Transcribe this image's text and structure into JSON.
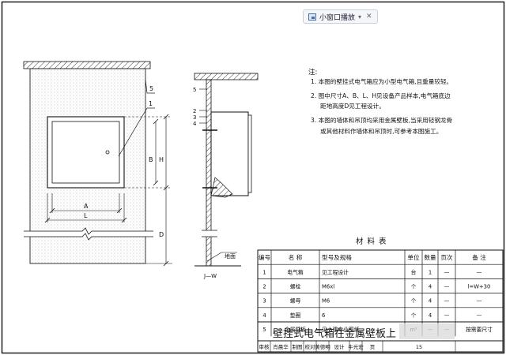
{
  "toolbar": {
    "label": "小窗口播放",
    "chevron": "▾",
    "close": "✕",
    "icon": "mini-window-icon"
  },
  "front_view": {
    "callouts": [
      "1",
      "5"
    ],
    "dims": {
      "A": "A",
      "L": "L",
      "B": "B",
      "H": "H",
      "D": "D"
    }
  },
  "section_view": {
    "callouts": [
      "5",
      "2",
      "3",
      "4"
    ],
    "cut_label": "J—W",
    "floor_label": "地面"
  },
  "notes": {
    "heading": "注:",
    "lines": [
      "1. 本图的壁挂式电气箱应为小型电气箱,且重量较轻。",
      "2. 图中尺寸A、B、L、H见设备产品样本,电气箱底边",
      "距地高度D见工程设计。",
      "3. 本图的墙体和吊顶均采用金属壁板,当采用轻钢龙骨",
      "或其他材料作墙体和吊顶时,可参考本图施工。"
    ]
  },
  "material_table": {
    "title": "材 料 表",
    "headers": [
      "编号",
      "名 称",
      "型号及规格",
      "单位",
      "数量",
      "页次",
      "备 注"
    ],
    "rows": [
      [
        "1",
        "电气箱",
        "见工程设计",
        "台",
        "1",
        "—",
        "—"
      ],
      [
        "2",
        "螺栓",
        "M6xl",
        "个",
        "4",
        "—",
        "l=W+30"
      ],
      [
        "3",
        "螺母",
        "M6",
        "个",
        "4",
        "—",
        "—"
      ],
      [
        "4",
        "垫圈",
        "6",
        "个",
        "4",
        "—",
        "—"
      ],
      [
        "5",
        "金属壁板",
        "见土建专业图纸",
        "m²",
        "—",
        "—",
        "按需要尺寸"
      ]
    ]
  },
  "title_block": {
    "title": "壁挂式电气箱在金属壁板上",
    "sign_row": [
      "审核",
      "肖晨华",
      "制图",
      "校对",
      "黄德明",
      "设计",
      "牛光宏",
      "页",
      "15"
    ]
  }
}
